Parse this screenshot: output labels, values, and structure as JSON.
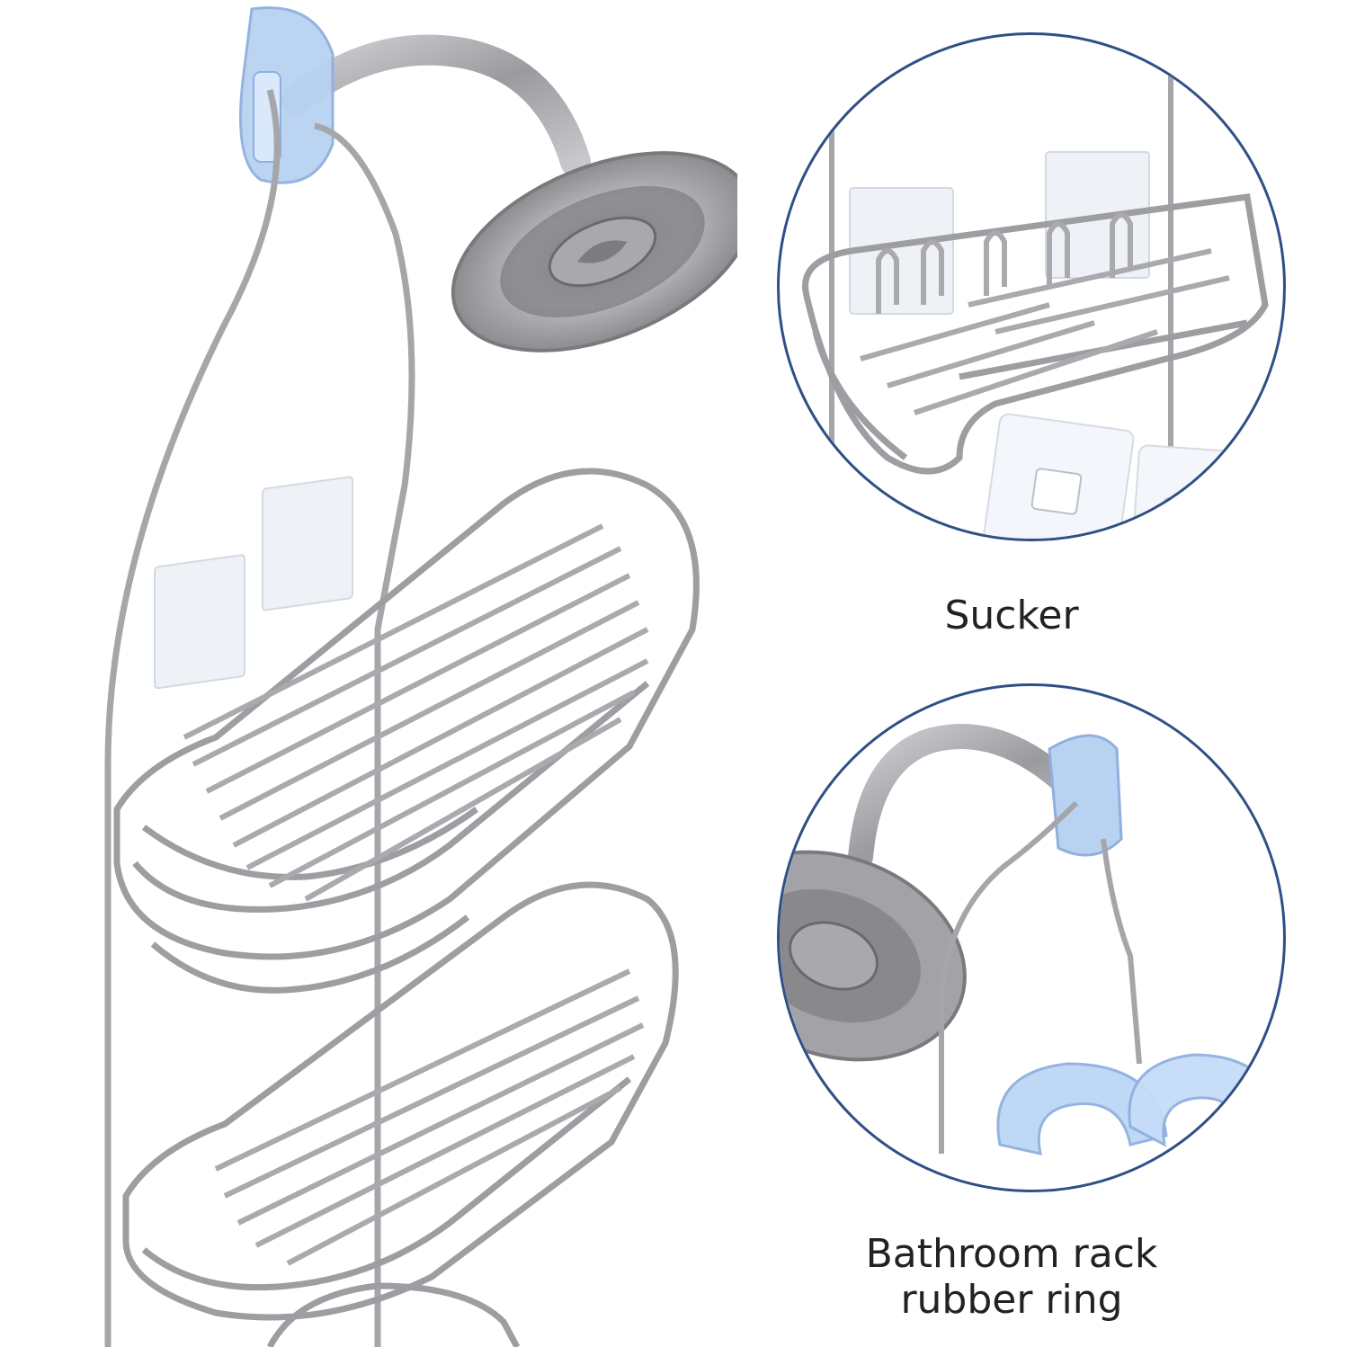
{
  "labels": {
    "sucker": "Sucker",
    "rubber_ring": [
      "Bathroom rack",
      "rubber ring"
    ]
  },
  "colors": {
    "frame": "#2f4f86",
    "metal": "#a7a7ab",
    "metal_dark": "#7c7c80",
    "suction_blue": "#b8d2f2",
    "pad": "#eef2f7"
  }
}
